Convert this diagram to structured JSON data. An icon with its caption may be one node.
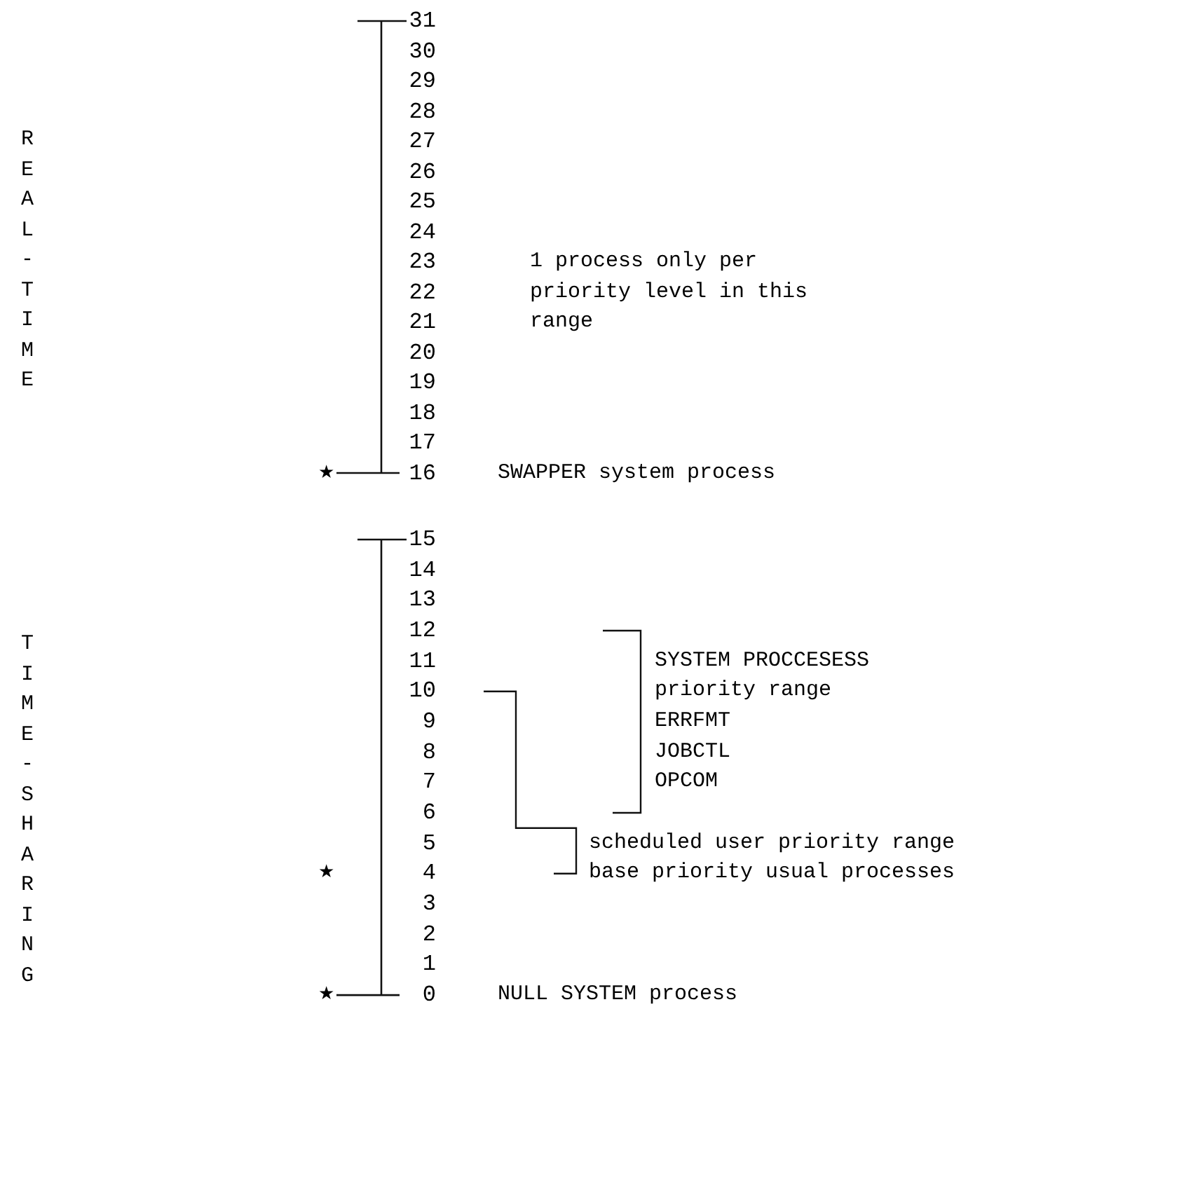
{
  "diagram": {
    "labels": [
      "REAL-TIME",
      "31",
      "30",
      "29",
      "28",
      "27",
      "26",
      "25",
      "24",
      "23",
      "22",
      "21",
      "20",
      "19",
      "18",
      "17",
      "1 process only per priority level in this range",
      "★",
      "16",
      "SWAPPER system process",
      "TIME-SHARING",
      "15",
      "14",
      "13",
      "12",
      "11",
      "SYSTEM PROCCESESS priority range",
      "10",
      "9",
      "ERRFMT",
      "8",
      "JOBCTL",
      "7",
      "OPCOM",
      "6",
      "5",
      "scheduled user priority range",
      "★",
      "4",
      "base priority usual processes",
      "3",
      "2",
      "1",
      "★",
      "0",
      "NULL SYSTEM process"
    ]
  }
}
